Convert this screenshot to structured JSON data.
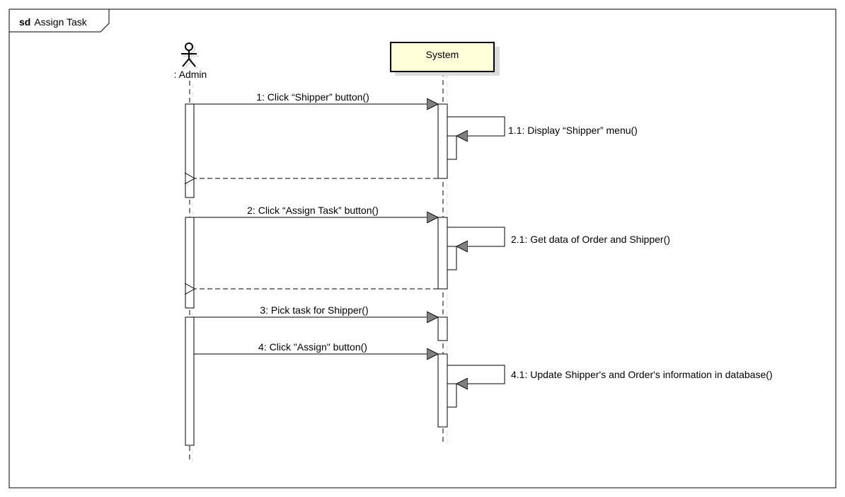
{
  "frame": {
    "keyword": "sd",
    "name": "Assign Task"
  },
  "lifelines": {
    "admin": {
      "label": ": Admin",
      "kind": "actor"
    },
    "system": {
      "label": "System",
      "kind": "object",
      "fill": "#ffffd8"
    }
  },
  "messages": {
    "m1": "1: Click “Shipper” button()",
    "m1_1": "1.1: Display “Shipper” menu()",
    "m2": "2: Click “Assign Task” button()",
    "m2_1": "2.1: Get data of Order and Shipper()",
    "m3": "3: Pick task for Shipper()",
    "m4": "4: Click \"Assign\" button()",
    "m4_1": "4.1: Update Shipper's and Order's information in database()"
  },
  "colors": {
    "line": "#000000",
    "arrowhead_fill": "#808080",
    "shadow": "#dcdcdc"
  }
}
